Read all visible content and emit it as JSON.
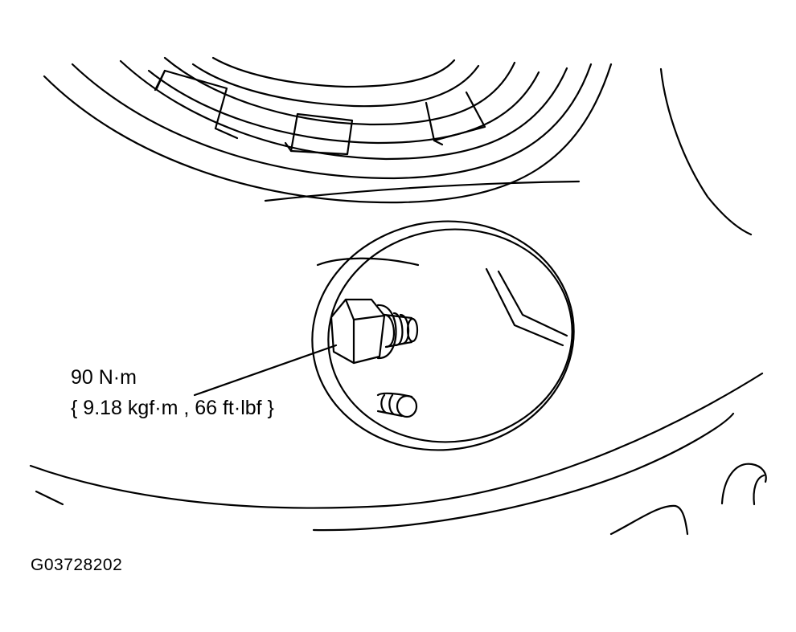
{
  "callout": {
    "torque_metric": "90 N·m",
    "torque_alt": "{ 9.18 kgf·m , 66 ft·lbf }"
  },
  "figure": {
    "code": "G03728202"
  },
  "colors": {
    "ink": "#000000",
    "paper": "#ffffff"
  }
}
